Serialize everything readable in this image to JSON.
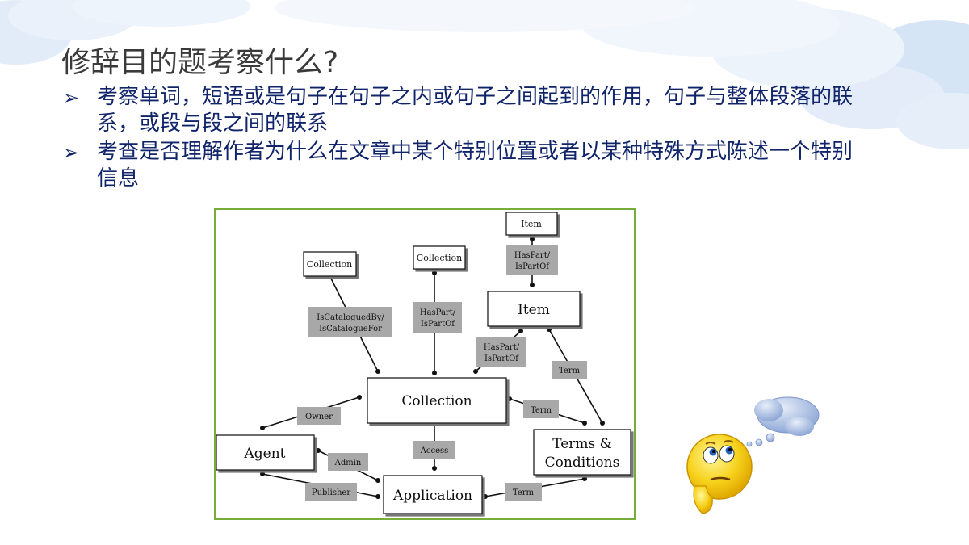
{
  "slide": {
    "title": "修辞目的题考察什么?",
    "bullets": [
      {
        "marker": "➢",
        "text": "考察单词，短语或是句子在句子之内或句子之间起到的作用，句子与整体段落的联系，或段与段之间的联系"
      },
      {
        "marker": "➢",
        "text": "考查是否理解作者为什么在文章中某个特别位置或者以某种特殊方式陈述一个特别信息"
      }
    ]
  },
  "diagram": {
    "border_color": "#77ad3b",
    "label_fill": "#a8a8a8",
    "nodes": {
      "item_top": "Item",
      "collection_left": "Collection",
      "collection_mid": "Collection",
      "item": "Item",
      "collection": "Collection",
      "agent": "Agent",
      "terms_line1": "Terms &",
      "terms_line2": "Conditions",
      "application": "Application"
    },
    "relations": {
      "hp_top_1": "HasPart/",
      "hp_top_2": "IsPartOf",
      "cat_1": "IsCataloguedBy/",
      "cat_2": "IsCatalogueFor",
      "hp_mid_1": "HasPart/",
      "hp_mid_2": "IsPartOf",
      "hp_item_1": "HasPart/",
      "hp_item_2": "IsPartOf",
      "term_item": "Term",
      "term_coll": "Term",
      "owner": "Owner",
      "access": "Access",
      "admin": "Admin",
      "publisher": "Publisher",
      "term_app": "Term"
    }
  },
  "decor": {
    "emoji_icon": "thinking-face-icon",
    "cloud_icon": "thought-cloud-icon",
    "emoji_color": "#f7d21c",
    "cloud_color": "#9fb5dc"
  }
}
